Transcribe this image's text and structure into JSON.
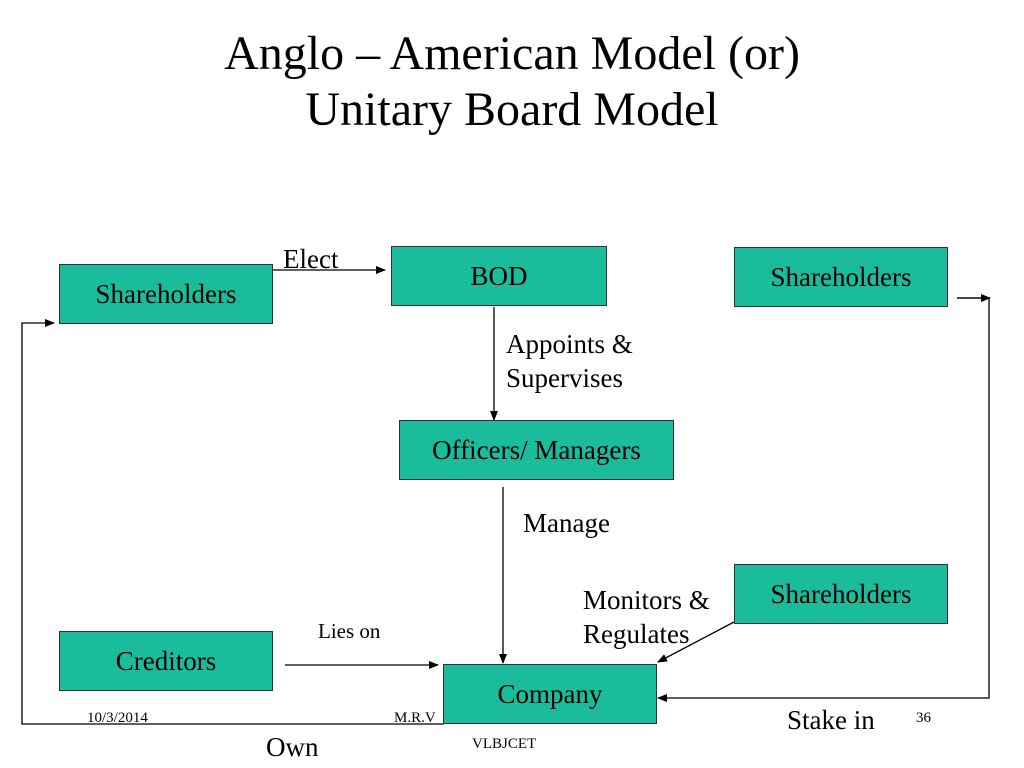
{
  "slide": {
    "title_line1": "Anglo – American Model (or)",
    "title_line2": "Unitary Board Model"
  },
  "boxes": {
    "shareholders_left": "Shareholders",
    "bod": "BOD",
    "shareholders_top_right": "Shareholders",
    "officers": "Officers/ Managers",
    "shareholders_bottom_right": "Shareholders",
    "creditors": "Creditors",
    "company": "Company"
  },
  "labels": {
    "elect": "Elect",
    "appoints_line1": "Appoints &",
    "appoints_line2": "Supervises",
    "manage": "Manage",
    "monitors_line1": "Monitors &",
    "monitors_line2": "Regulates",
    "lies_on": "Lies on",
    "stake_in": "Stake in",
    "own": "Own"
  },
  "footer": {
    "date": "10/3/2014",
    "author": "M.R.V",
    "institution": "VLBJCET",
    "page_number": "36"
  },
  "colors": {
    "box_fill": "#1abc9c",
    "box_border": "#333333"
  }
}
